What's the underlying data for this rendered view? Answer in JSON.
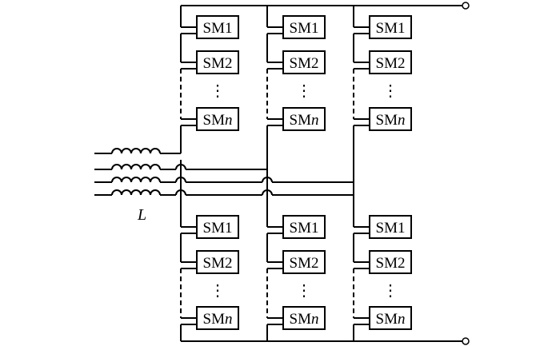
{
  "labels": {
    "sm1": "SM1",
    "sm2": "SM2",
    "smn_prefix": "SM",
    "smn_suffix": "n",
    "dots": "⋮",
    "inductor": "L"
  },
  "upper_arms": [
    {
      "modules": [
        "sm1",
        "sm2",
        "dots",
        "smn"
      ]
    },
    {
      "modules": [
        "sm1",
        "sm2",
        "dots",
        "smn"
      ]
    },
    {
      "modules": [
        "sm1",
        "sm2",
        "dots",
        "smn"
      ]
    }
  ],
  "lower_arms": [
    {
      "modules": [
        "sm1",
        "sm2",
        "dots",
        "smn"
      ]
    },
    {
      "modules": [
        "sm1",
        "sm2",
        "dots",
        "smn"
      ]
    },
    {
      "modules": [
        "sm1",
        "sm2",
        "dots",
        "smn"
      ]
    }
  ]
}
